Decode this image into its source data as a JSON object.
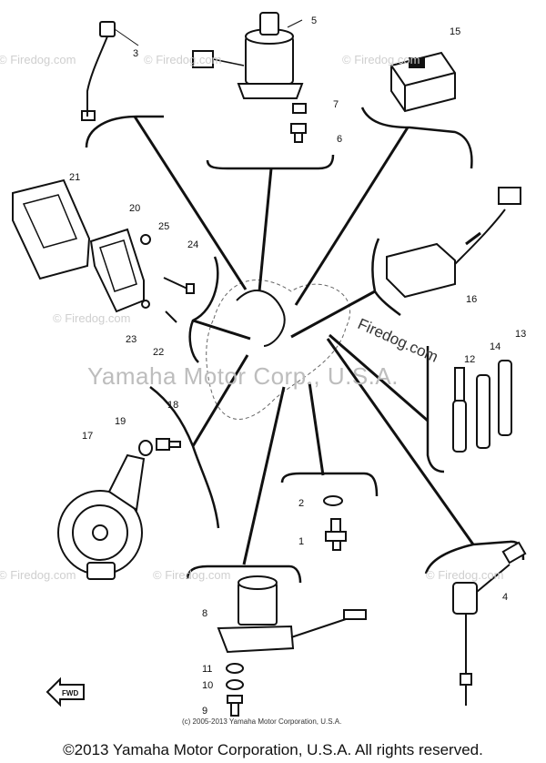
{
  "watermarks": {
    "firedog": "© Firedog.com",
    "firedog_main": "Firedog.com",
    "yamaha": "Yamaha Motor Corp., U.S.A."
  },
  "small_copyright": "(c) 2005-2013 Yamaha Motor Corporation, U.S.A.",
  "footer": "©2013 Yamaha Motor Corporation, U.S.A. All rights reserved.",
  "fwd_label": "FWD",
  "callouts": [
    "1",
    "2",
    "3",
    "4",
    "5",
    "6",
    "7",
    "8",
    "9",
    "10",
    "11",
    "12",
    "13",
    "14",
    "15",
    "16",
    "17",
    "18",
    "19",
    "20",
    "21",
    "22",
    "23",
    "24",
    "25"
  ],
  "colors": {
    "ink": "#111111",
    "watermark": "#c8c8c8"
  }
}
